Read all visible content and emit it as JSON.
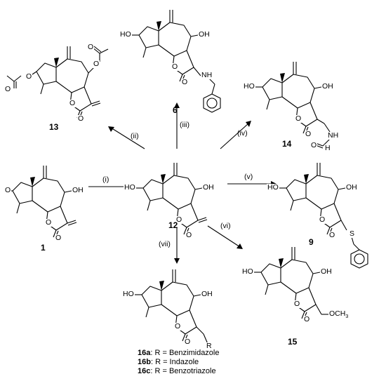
{
  "compounds": {
    "c1": "1",
    "c12": "12",
    "c13": "13",
    "c6": "6",
    "c14": "14",
    "c9": "9",
    "c15": "15"
  },
  "steps": {
    "i": "(i)",
    "ii": "(ii)",
    "iii": "(iii)",
    "iv": "(iv)",
    "v": "(v)",
    "vi": "(vi)",
    "vii": "(vii)"
  },
  "atoms": {
    "oh": "OH",
    "ho": "HO",
    "o": "O",
    "h": "H",
    "nh": "NH",
    "n": "N",
    "s": "S",
    "r": "R",
    "och3": "OCH",
    "three": "3"
  },
  "legend": [
    {
      "id": "16a",
      "text": ": R = Benzimidazole"
    },
    {
      "id": "16b",
      "text": ": R = Indazole"
    },
    {
      "id": "16c",
      "text": ": R = Benzotriazole"
    }
  ]
}
